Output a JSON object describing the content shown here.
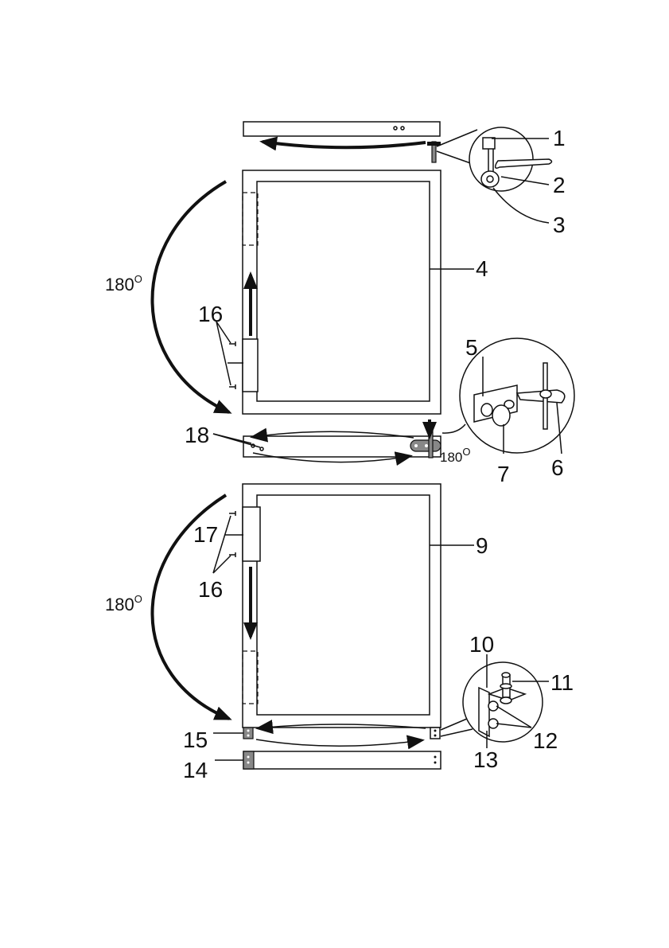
{
  "callouts": {
    "c1": "1",
    "c2": "2",
    "c3": "3",
    "c4": "4",
    "c5": "5",
    "c6": "6",
    "c7": "7",
    "c9": "9",
    "c10": "10",
    "c11": "11",
    "c12": "12",
    "c13": "13",
    "c14": "14",
    "c15": "15",
    "c16_upper": "16",
    "c16_lower": "16",
    "c17": "17",
    "c18": "18"
  },
  "rotation": {
    "upper": "180",
    "middle": "180",
    "lower": "180",
    "degree_symbol": "O"
  }
}
